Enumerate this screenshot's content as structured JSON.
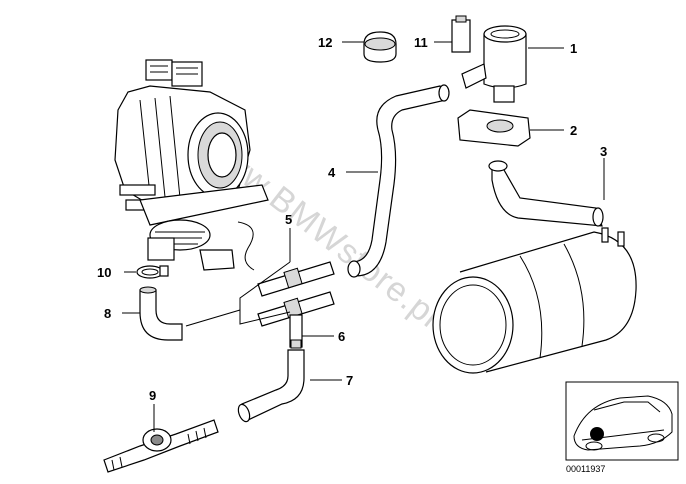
{
  "watermark": "www.BMWstore.pl",
  "diagram_code": "00011937",
  "callouts": [
    {
      "id": "1",
      "label": "1"
    },
    {
      "id": "2",
      "label": "2"
    },
    {
      "id": "3",
      "label": "3"
    },
    {
      "id": "4",
      "label": "4"
    },
    {
      "id": "5",
      "label": "5"
    },
    {
      "id": "6",
      "label": "6"
    },
    {
      "id": "7",
      "label": "7"
    },
    {
      "id": "8",
      "label": "8"
    },
    {
      "id": "9",
      "label": "9"
    },
    {
      "id": "10",
      "label": "10"
    },
    {
      "id": "11",
      "label": "11"
    },
    {
      "id": "12",
      "label": "12"
    }
  ]
}
